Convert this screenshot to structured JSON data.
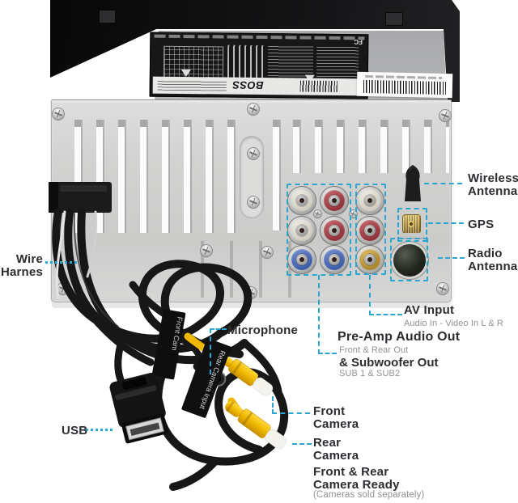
{
  "colors": {
    "accent": "#2AA7D0",
    "label_text": "#2B2D31",
    "muted_text": "#8F9194",
    "rca_white": "#EFEDE6",
    "rca_red": "#B5494F",
    "rca_blue": "#4A72C2",
    "rca_yellow": "#D9B13B",
    "plug_yellow": "#F0BB00",
    "gps_gold": "#C9A544"
  },
  "device": {
    "brand": "BOSS",
    "fcc_mark": "FC",
    "cable_tags": {
      "front": "Front Cam",
      "rear": "Rear Camera Input"
    },
    "ports": {
      "preamp_rows": [
        [
          "white",
          "red"
        ],
        [
          "white",
          "red"
        ],
        [
          "blue",
          "blue"
        ]
      ],
      "av_column": [
        "white",
        "red",
        "yellow"
      ]
    }
  },
  "callouts": {
    "wireless_antenna": {
      "line1": "Wireless",
      "line2": "Antenna"
    },
    "gps": {
      "label": "GPS"
    },
    "radio_antenna": {
      "line1": "Radio",
      "line2": "Antenna"
    },
    "wire_harness": {
      "line1": "Wire",
      "line2": "Harnes"
    },
    "microphone": {
      "label": "Microphone"
    },
    "usb": {
      "label": "USB"
    },
    "av_input": {
      "title": "AV Input",
      "subtitle": "Audio In - Video In L & R"
    },
    "preamp_out": {
      "title": "Pre-Amp Audio Out",
      "subtitle": "Front & Rear Out",
      "title2": "& Subwoofer Out",
      "subtitle2": "SUB 1 & SUB2"
    },
    "front_camera": {
      "line1": "Front",
      "line2": "Camera"
    },
    "rear_camera": {
      "line1": "Rear",
      "line2": "Camera"
    },
    "camera_ready": {
      "line1": "Front & Rear",
      "line2": "Camera Ready",
      "note": "(Cameras sold separately)"
    }
  }
}
